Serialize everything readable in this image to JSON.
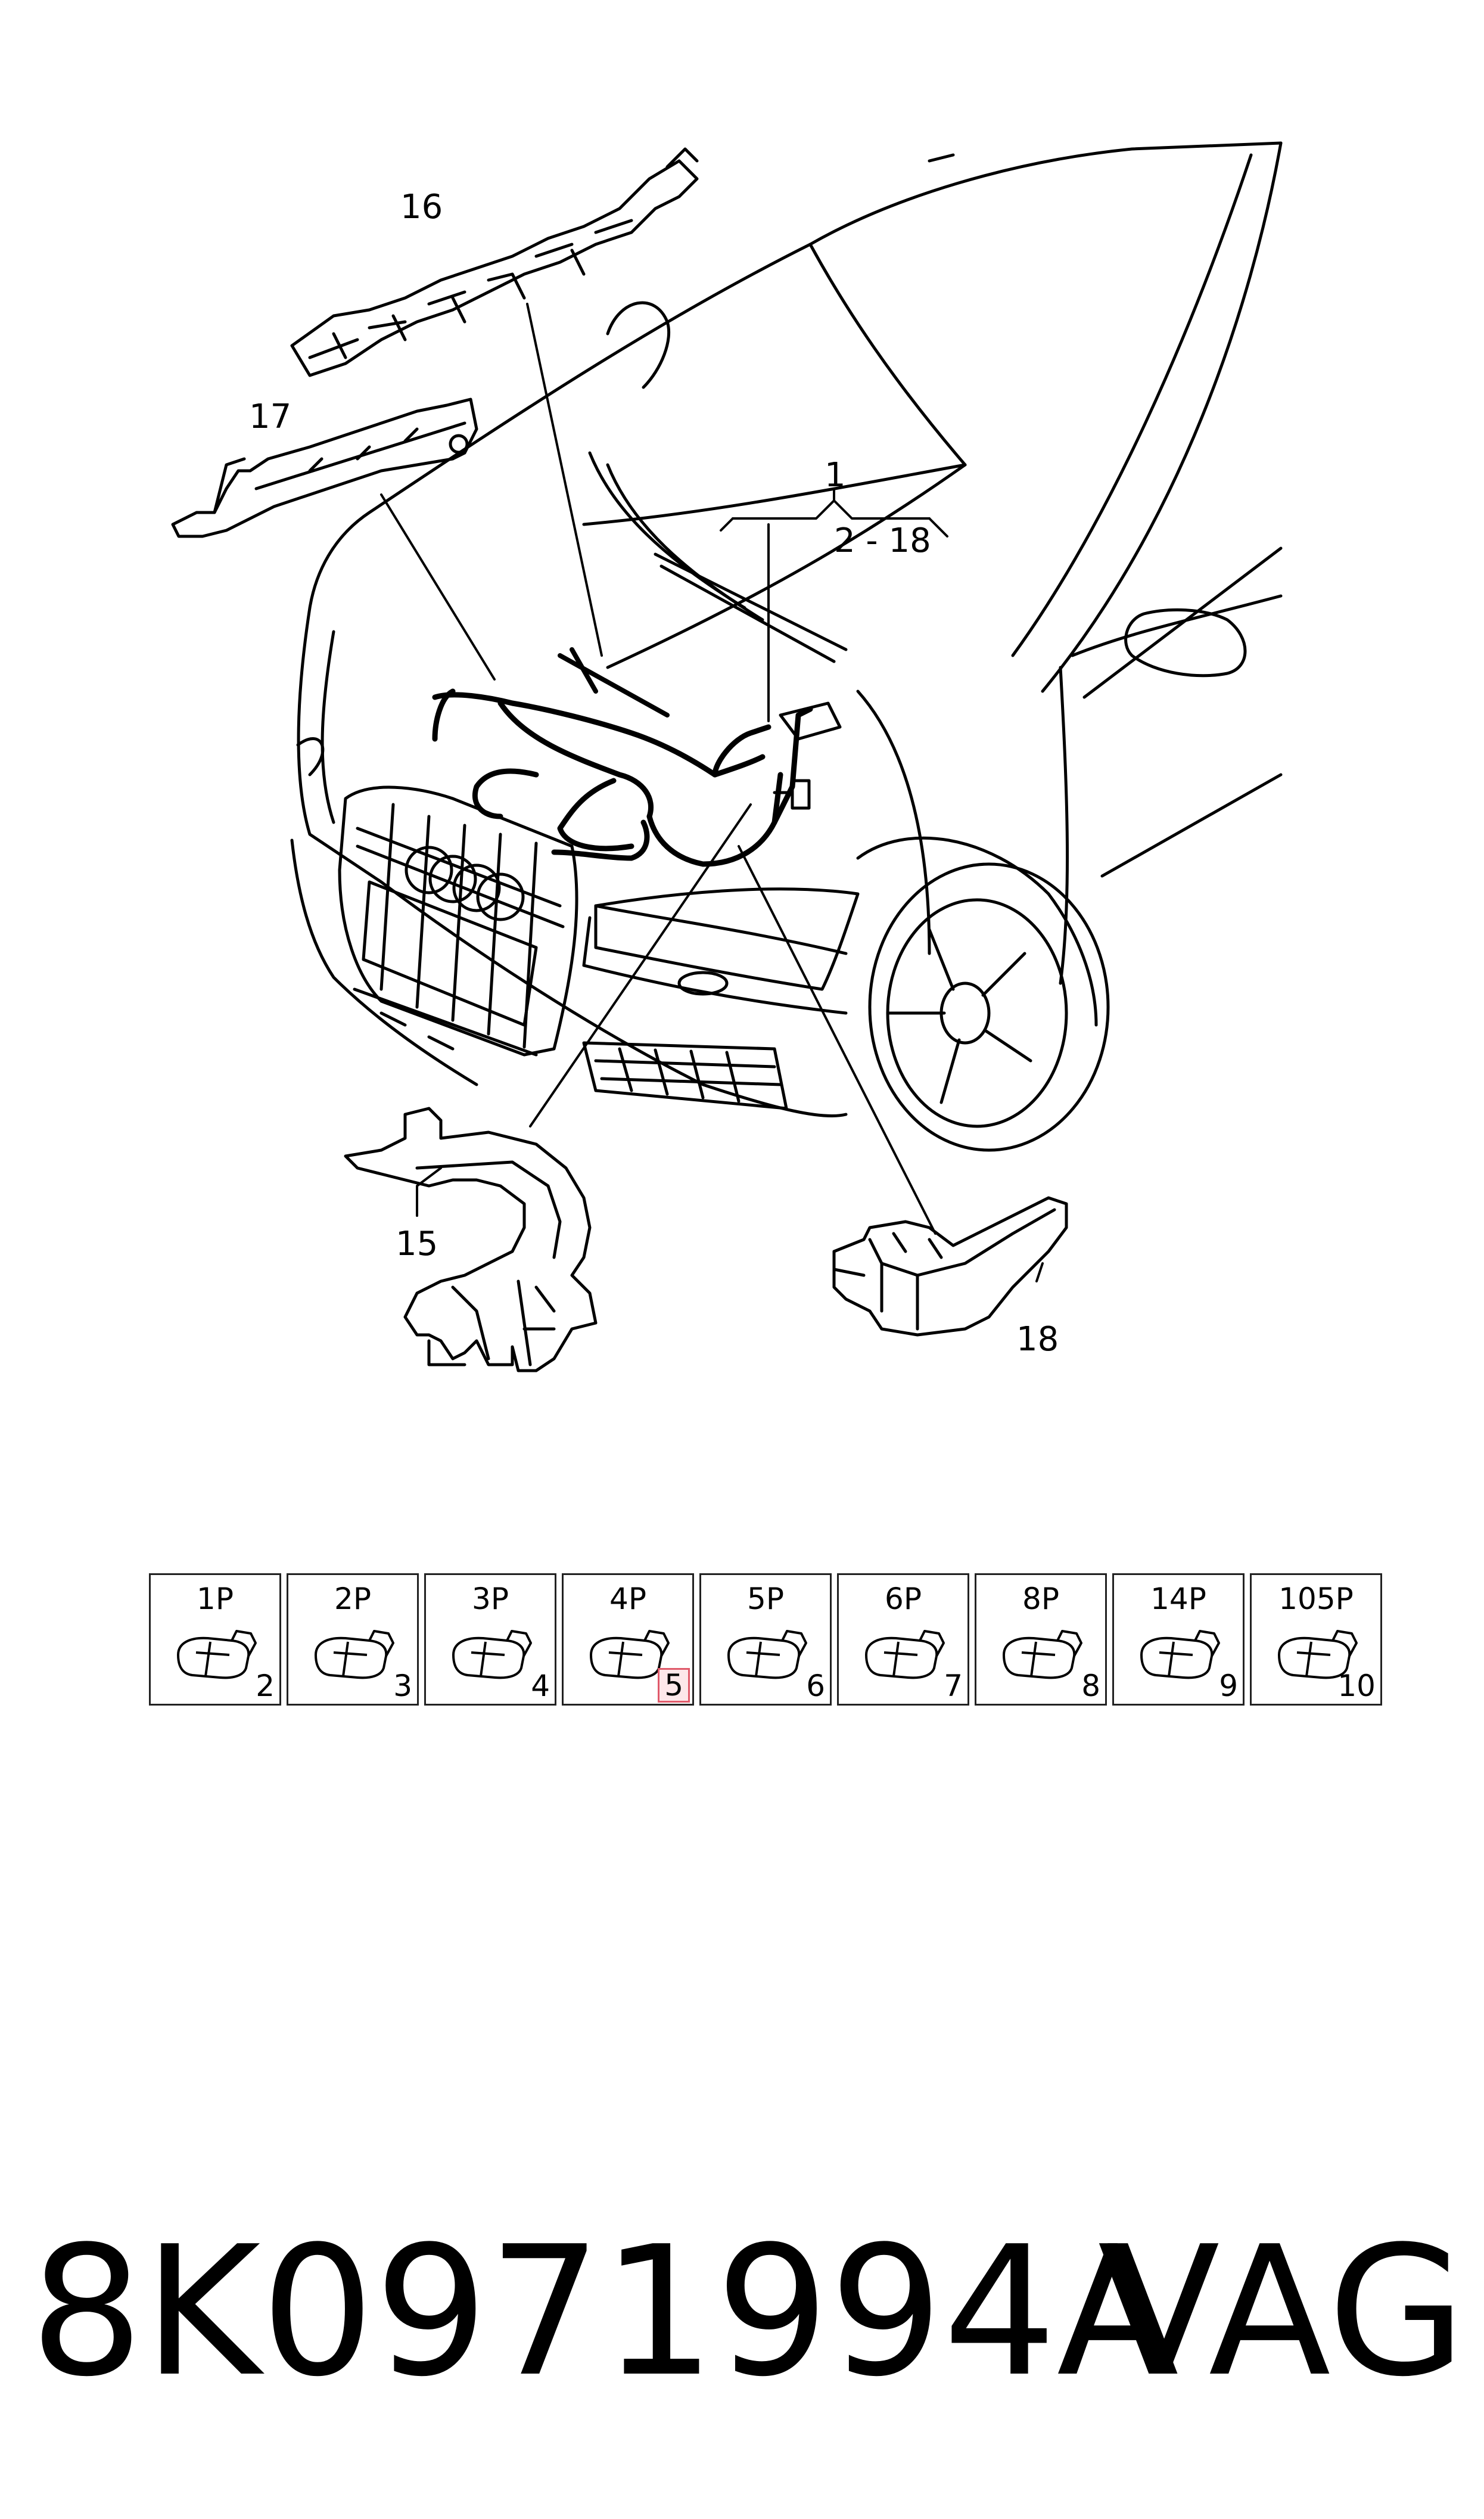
{
  "callouts": {
    "c1": "1",
    "c2_18": "2 - 18",
    "c15": "15",
    "c16": "16",
    "c17": "17",
    "c18": "18"
  },
  "connectors": [
    {
      "label": "1P",
      "index": "2"
    },
    {
      "label": "2P",
      "index": "3"
    },
    {
      "label": "3P",
      "index": "4"
    },
    {
      "label": "4P",
      "index": "5",
      "highlighted": true
    },
    {
      "label": "5P",
      "index": "6"
    },
    {
      "label": "6P",
      "index": "7"
    },
    {
      "label": "8P",
      "index": "8"
    },
    {
      "label": "14P",
      "index": "9"
    },
    {
      "label": "105P",
      "index": "10"
    }
  ],
  "footer": {
    "part_number": "8K0971994A",
    "brand": "VAG"
  },
  "colors": {
    "line": "#000000",
    "highlight_border": "#e05a6a",
    "highlight_fill": "#fde7ea"
  }
}
